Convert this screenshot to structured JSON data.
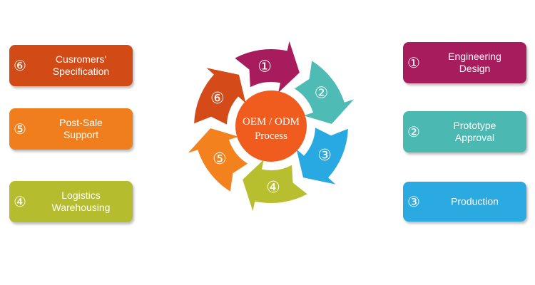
{
  "center": {
    "title": "OEM / ODM",
    "subtitle": "Process"
  },
  "left_steps": [
    {
      "num": "⑥",
      "line1": "Cusromers'",
      "line2": "Specification",
      "color": "#D24A16"
    },
    {
      "num": "⑤",
      "line1": "Post-Sale",
      "line2": "Support",
      "color": "#F07E1C"
    },
    {
      "num": "④",
      "line1": "Logistics",
      "line2": "Warehousing",
      "color": "#B5BD2E"
    }
  ],
  "right_steps": [
    {
      "num": "①",
      "line1": "Engineering",
      "line2": "Design",
      "color": "#A71C5C"
    },
    {
      "num": "②",
      "line1": "Prototype",
      "line2": "Approval",
      "color": "#4BB8B2"
    },
    {
      "num": "③",
      "line1": "Production",
      "line2": "",
      "color": "#2AAAE0"
    }
  ],
  "cycle_arrows": [
    {
      "num": "①",
      "color": "#A81C5D"
    },
    {
      "num": "②",
      "color": "#4EBBB4"
    },
    {
      "num": "③",
      "color": "#29A9E1"
    },
    {
      "num": "④",
      "color": "#B7BF2F"
    },
    {
      "num": "⑤",
      "color": "#F2811E"
    },
    {
      "num": "⑥",
      "color": "#D44A18"
    }
  ],
  "center_color": "#F05B1E"
}
